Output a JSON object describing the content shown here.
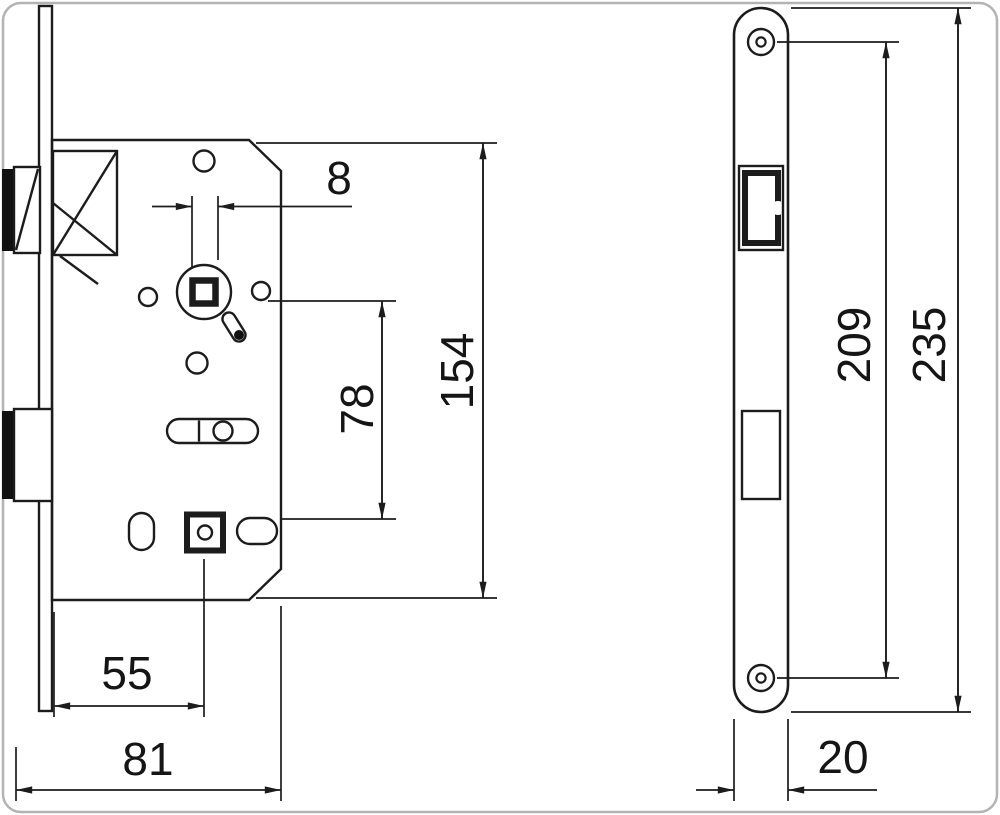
{
  "colors": {
    "line": "#1c1c1c",
    "case_fill": "#d8d8d8",
    "bolt_fill": "#111111",
    "background": "#ffffff",
    "frame_border": "#b3b3b3"
  },
  "front_view": {
    "dim_square_follower": "8",
    "dim_case_height": "154",
    "dim_follower_spacing": "78",
    "dim_backset": "55",
    "dim_case_depth": "81"
  },
  "faceplate_view": {
    "dim_screw_spacing": "209",
    "dim_faceplate_length": "235",
    "dim_faceplate_width": "20"
  }
}
